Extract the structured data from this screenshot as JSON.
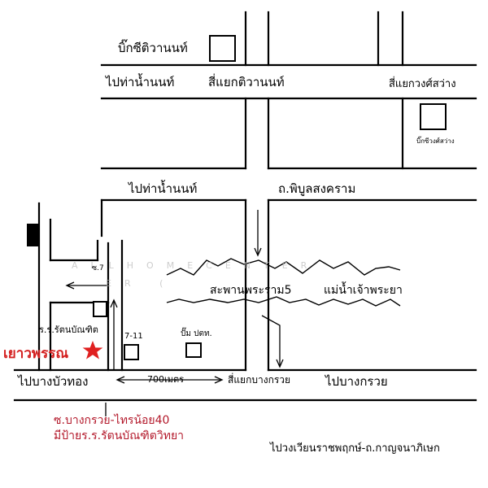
{
  "colors": {
    "line": "#000000",
    "star": "#e02020",
    "place_text": "#d42020",
    "note_text": "#b3182a"
  },
  "labels": {
    "bigc_tiwanon": "บิ๊กซีติวานนท์",
    "to_tha_nam_nonthaburi_top": "ไปท่าน้ำนนท์",
    "tiwanon_intersection": "สี่แยกติวานนท์",
    "wongsawang_intersection": "สี่แยกวงศ์สว่าง",
    "bigc_wongsawang": "บิ๊กซีวงศ์สว่าง",
    "to_tha_nam_nonthaburi_mid": "ไปท่าน้ำนนท์",
    "pibulsongkram_road": "ถ.พิบูลสงคราม",
    "soi7": "ซ.7",
    "rama5_bridge": "สะพานพระราม5",
    "chao_phraya_river": "แม่น้ำเจ้าพระยา",
    "school": "ร.ร.รัตนบัณฑิต",
    "seven_eleven": "7-11",
    "ptt_station": "ปั๊ม ปตท.",
    "yaowaphan": "เยาวพรรณ",
    "to_bang_bua_thong": "ไปบางบัวทอง",
    "distance": "700เมตร",
    "bang_kruai_intersection": "สี่แยกบางกรวย",
    "to_bang_kruai": "ไปบางกรวย",
    "soi_note_line1": "ซ.บางกรวย-ไทรน้อย40",
    "soi_note_line2": "มีป้ายร.ร.รัตนบัณฑิตวิทยา",
    "to_kanchanaphisek": "ไปวงเวียนราชพฤกษ์-ถ.กาญจนาภิเษก"
  },
  "watermark": {
    "line1": "ALLHOMECENTER",
    "line2": "ER ("
  }
}
